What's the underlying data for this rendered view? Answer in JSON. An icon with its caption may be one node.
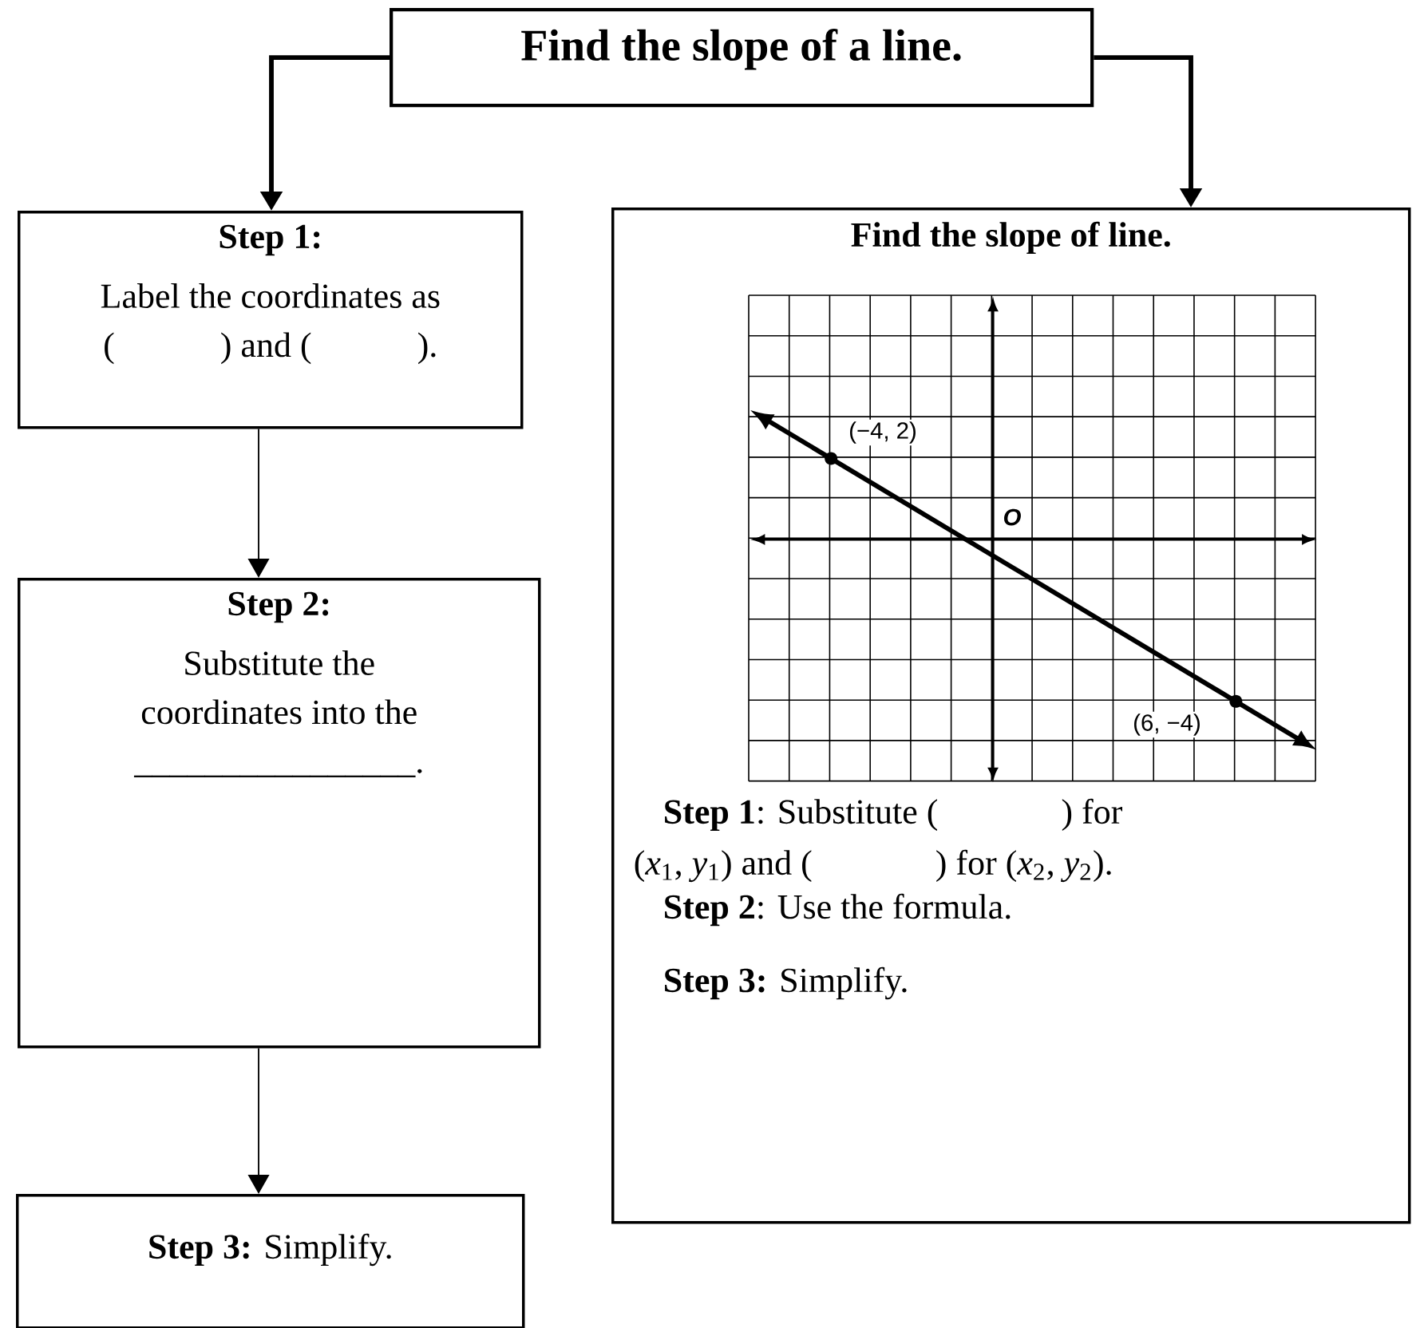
{
  "diagram": {
    "nodes": [
      {
        "text": [
          "Find the slope of a line."
        ]
      },
      {
        "text": [
          "Step 1:",
          "Label the coordinates as (            ) and (            )."
        ]
      },
      {
        "text": [
          "Step 2:",
          "Substitute the coordinates into the ________________."
        ]
      },
      {
        "text": [
          "**Step 3:** Simplify."
        ]
      },
      {
        "text": [
          "Find the slope of line.",
          "**Step 1**: Substitute (              ) for (*x*$_{1}$, *y*$_{1}$) and (              ) for (*x*$_{2}$, *y*$_{2}$).",
          "**Step 2**: Use the formula.",
          "**Step 3:** Simplify."
        ]
      }
    ],
    "edges": [
      {
        "from": 0,
        "to": 1,
        "arrow": "to",
        "style": "thick"
      },
      {
        "from": 0,
        "to": 4,
        "arrow": "to",
        "style": "thick"
      },
      {
        "from": 1,
        "to": 2,
        "arrow": "to"
      },
      {
        "from": 2,
        "to": 3,
        "arrow": "to"
      }
    ],
    "labels": [
      "(−4, 2)",
      "O",
      "(6, −4)"
    ]
  }
}
